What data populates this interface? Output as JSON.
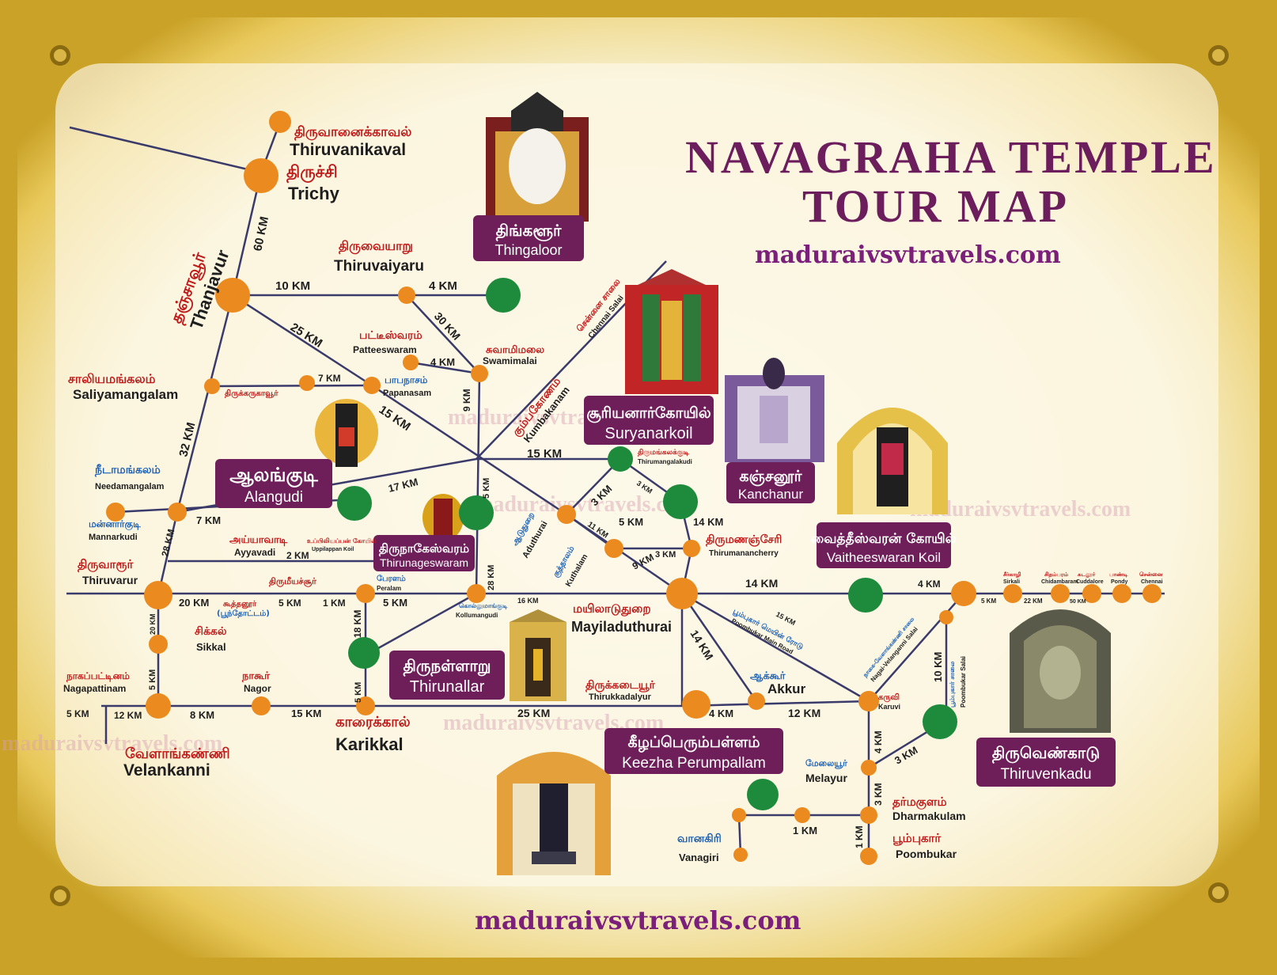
{
  "title": {
    "line1": "NAVAGRAHA TEMPLE",
    "line2": "TOUR MAP"
  },
  "website_top": "maduraivsvtravels.com",
  "website_bottom": "maduraivsvtravels.com",
  "watermarks": [
    "maduraivsvtravels.com",
    "maduraivsvtravels.com",
    "maduraivsvtravels.com",
    "maduraivsvtravels.com",
    "maduraivsvtravels.com"
  ],
  "colors": {
    "town": "#ea8a1f",
    "temple": "#1d8a3c",
    "box": "#6e1f5a",
    "road": "#3b3b6b",
    "frame": "#c9a227"
  },
  "towns": [
    {
      "id": "thiruvanikaval",
      "en": "Thiruvanikaval",
      "ta": "திருவானைக்காவல்"
    },
    {
      "id": "trichy",
      "en": "Trichy",
      "ta": "திருச்சி"
    },
    {
      "id": "thanjavur",
      "en": "Thanjavur",
      "ta": "தஞ்சாவூர்"
    },
    {
      "id": "thiruvaiyaru",
      "en": "Thiruvaiyaru",
      "ta": "திருவையாறு"
    },
    {
      "id": "patteeswaram",
      "en": "Patteeswaram",
      "ta": "பட்டீஸ்வரம்"
    },
    {
      "id": "swamimalai",
      "en": "Swamimalai",
      "ta": "சுவாமிமலை"
    },
    {
      "id": "papanasam",
      "en": "Papanasam",
      "ta": "பாபநாசம்"
    },
    {
      "id": "saliyamangalam",
      "en": "Saliyamangalam",
      "ta": "சாலியமங்கலம்"
    },
    {
      "id": "thirukkaruhavur",
      "en": "",
      "ta": "திருக்கருகாவூர்"
    },
    {
      "id": "needamangalam",
      "en": "Needamangalam",
      "ta": "நீடாமங்கலம்"
    },
    {
      "id": "mannarkudi",
      "en": "Mannarkudi",
      "ta": "மன்னார்குடி"
    },
    {
      "id": "ayyavadi",
      "en": "Ayyavadi",
      "ta": "அய்யாவாடி"
    },
    {
      "id": "uppiliappan",
      "en": "Uppilappan Koil",
      "ta": "உப்பிலியப்பன் கோயில்"
    },
    {
      "id": "thiruvarur",
      "en": "Thiruvarur",
      "ta": "திருவாரூர்"
    },
    {
      "id": "thirumeeyachur",
      "en": "",
      "ta": "திருமீயச்சூர்"
    },
    {
      "id": "peralam",
      "en": "Peralam",
      "ta": "பேரளம்"
    },
    {
      "id": "kollumangudi",
      "en": "Kollumangudi",
      "ta": "கொல்லுமாங்குடி"
    },
    {
      "id": "koothanur",
      "en": "(பூந்தோட்டம்)",
      "ta": "கூத்தனூர்"
    },
    {
      "id": "aduthurai",
      "en": "Aduthurai",
      "ta": "ஆடுதுறை"
    },
    {
      "id": "kuthalam",
      "en": "Kuthalam",
      "ta": "குத்தாலம்"
    },
    {
      "id": "thirumangalakudi",
      "en": "Thirumangalakudi",
      "ta": "திருமங்கலக்குடி"
    },
    {
      "id": "thirumanancherry",
      "en": "Thirumanancherry",
      "ta": "திருமணஞ்சேரி"
    },
    {
      "id": "mayiladuthurai",
      "en": "Mayiladuthurai",
      "ta": "மயிலாடுதுறை"
    },
    {
      "id": "sikkal",
      "en": "Sikkal",
      "ta": "சிக்கல்"
    },
    {
      "id": "nagapattinam",
      "en": "Nagapattinam",
      "ta": "நாகப்பட்டினம்"
    },
    {
      "id": "nagoor",
      "en": "Nagor",
      "ta": "நாகூர்"
    },
    {
      "id": "velankanni",
      "en": "Velankanni",
      "ta": "வேளாங்கண்ணி"
    },
    {
      "id": "karikkal",
      "en": "Karikkal",
      "ta": "காரைக்கால்"
    },
    {
      "id": "thirukkadaiyur",
      "en": "Thirukkadalyur",
      "ta": "திருக்கடையூர்"
    },
    {
      "id": "akkur",
      "en": "Akkur",
      "ta": "ஆக்கூர்"
    },
    {
      "id": "karuvi",
      "en": "Karuvi",
      "ta": "கருவி"
    },
    {
      "id": "melayur",
      "en": "Melayur",
      "ta": "மேலையூர்"
    },
    {
      "id": "dharmakulam",
      "en": "Dharmakulam",
      "ta": "தர்மகுளம்"
    },
    {
      "id": "poombukar",
      "en": "Poombukar",
      "ta": "பூம்புகார்"
    },
    {
      "id": "vanagiri",
      "en": "Vanagiri",
      "ta": "வானகிரி"
    },
    {
      "id": "sirkali",
      "en": "Sirkali",
      "ta": "சீர்காழி"
    },
    {
      "id": "chidambaram",
      "en": "Chidambaram",
      "ta": "சிதம்பரம்"
    },
    {
      "id": "cuddalore",
      "en": "Cuddalore",
      "ta": "கடலூர்"
    },
    {
      "id": "pondy",
      "en": "Pondy",
      "ta": "பாண்டி"
    },
    {
      "id": "chennai",
      "en": "Chennai",
      "ta": "சென்னை"
    }
  ],
  "temples": [
    {
      "id": "thingaloor",
      "ta": "திங்களூர்",
      "en": "Thingaloor"
    },
    {
      "id": "suryanarkoil",
      "ta": "சூரியனார்கோயில்",
      "en": "Suryanarkoil"
    },
    {
      "id": "kanchanur",
      "ta": "கஞ்சனூர்",
      "en": "Kanchanur"
    },
    {
      "id": "alangudi",
      "ta": "ஆலங்குடி",
      "en": "Alangudi"
    },
    {
      "id": "thirunageswaram",
      "ta": "திருநாகேஸ்வரம்",
      "en": "Thirunageswaram"
    },
    {
      "id": "vaitheeswaran",
      "ta": "வைத்தீஸ்வரன் கோயில்",
      "en": "Vaitheeswaran Koil"
    },
    {
      "id": "thirunallar",
      "ta": "திருநள்ளாறு",
      "en": "Thirunallar"
    },
    {
      "id": "keezhaperumpallam",
      "ta": "கீழப்பெரும்பள்ளம்",
      "en": "Keezha Perumpallam"
    },
    {
      "id": "thiruvenkadu",
      "ta": "திருவெண்காடு",
      "en": "Thiruvenkadu"
    }
  ],
  "roads": {
    "kumbakonam": {
      "en": "Kumbakanam",
      "ta": "கும்பகோணம்"
    },
    "chennai_salai": {
      "en": "Chennai Salai",
      "ta": "சென்னை சாலை"
    },
    "poombukar_main_road": {
      "en": "Poombukar Main Road",
      "ta": "பூம்புகார் மெயின் ரோடு"
    },
    "nagai_velankanni_salai": {
      "en": "Nagai-Velanganni Salai",
      "ta": "நாகை-வேளாங்கண்ணி சாலை"
    },
    "poombukar_salai": {
      "en": "Poombukar Salai",
      "ta": "பூம்புகார் சாலை"
    }
  },
  "distances": [
    "60 KM",
    "10 KM",
    "4 KM",
    "25 KM",
    "30 KM",
    "4 KM",
    "7 KM",
    "9 KM",
    "15 KM",
    "32 KM",
    "17 KM",
    "7 KM",
    "28 KM",
    "2 KM",
    "15 KM",
    "5 KM",
    "3 KM",
    "3 KM",
    "11 KM",
    "5 KM",
    "9 KM",
    "3 KM",
    "14 KM",
    "28 KM",
    "14 KM",
    "4 KM",
    "5 KM",
    "22 KM",
    "50 KM",
    "20 KM",
    "5 KM",
    "1 KM",
    "5 KM",
    "16 KM",
    "18 KM",
    "20 KM",
    "5 KM",
    "5 KM",
    "12 KM",
    "8 KM",
    "15 KM",
    "5 KM",
    "25 KM",
    "15 KM",
    "14 KM",
    "4 KM",
    "12 KM",
    "4 KM",
    "3 KM",
    "10 KM",
    "3 KM",
    "1 KM",
    "1 KM"
  ]
}
